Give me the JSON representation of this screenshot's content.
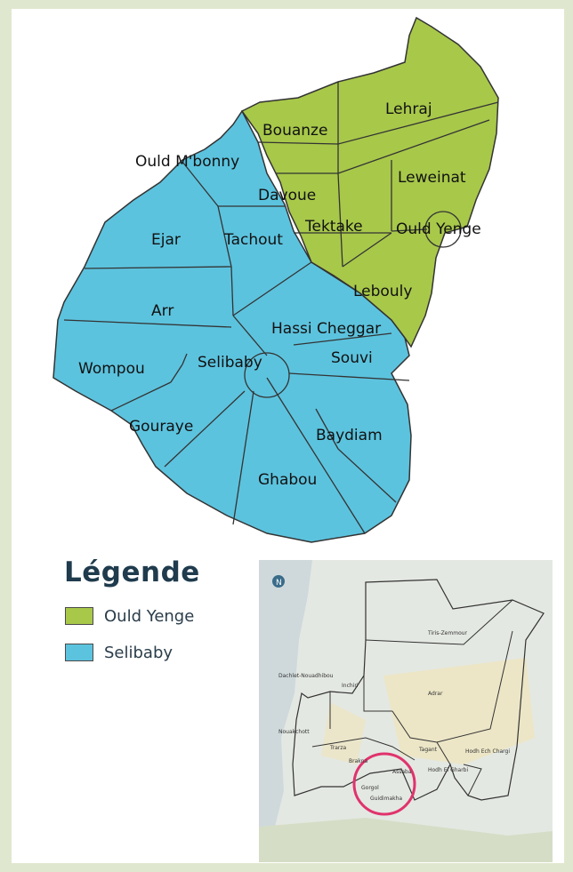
{
  "map": {
    "regions": [
      {
        "name": "Lehraj",
        "group": "ould_yenge"
      },
      {
        "name": "Bouanze",
        "group": "ould_yenge"
      },
      {
        "name": "Leweinat",
        "group": "ould_yenge"
      },
      {
        "name": "Davoue",
        "group": "ould_yenge"
      },
      {
        "name": "Tektake",
        "group": "ould_yenge"
      },
      {
        "name": "Ould Yenge",
        "group": "ould_yenge"
      },
      {
        "name": "Lebouly",
        "group": "ould_yenge"
      },
      {
        "name": "Ould M'bonny",
        "group": "selibaby"
      },
      {
        "name": "Ejar",
        "group": "selibaby"
      },
      {
        "name": "Tachout",
        "group": "selibaby"
      },
      {
        "name": "Arr",
        "group": "selibaby"
      },
      {
        "name": "Hassi Cheggar",
        "group": "selibaby"
      },
      {
        "name": "Souvi",
        "group": "selibaby"
      },
      {
        "name": "Wompou",
        "group": "selibaby"
      },
      {
        "name": "Selibaby",
        "group": "selibaby"
      },
      {
        "name": "Gouraye",
        "group": "selibaby"
      },
      {
        "name": "Baydiam",
        "group": "selibaby"
      },
      {
        "name": "Ghabou",
        "group": "selibaby"
      }
    ]
  },
  "legend": {
    "title": "Légende",
    "items": [
      {
        "label": "Ould Yenge",
        "color": "#a8c84a"
      },
      {
        "label": "Selibaby",
        "color": "#5cc3de"
      }
    ]
  },
  "inset": {
    "labels": [
      "Tiris-Zemmour",
      "Dachlet-Nouadhibou",
      "Inchiri",
      "Adrar",
      "Nouakchott",
      "Trarza",
      "Tagant",
      "Hodh Ech Chargi",
      "Brakna",
      "Assaba",
      "Hodh El Gharbi",
      "Gorgol",
      "Guidimakha"
    ],
    "compass": "N",
    "highlight_color": "#e0336e"
  }
}
